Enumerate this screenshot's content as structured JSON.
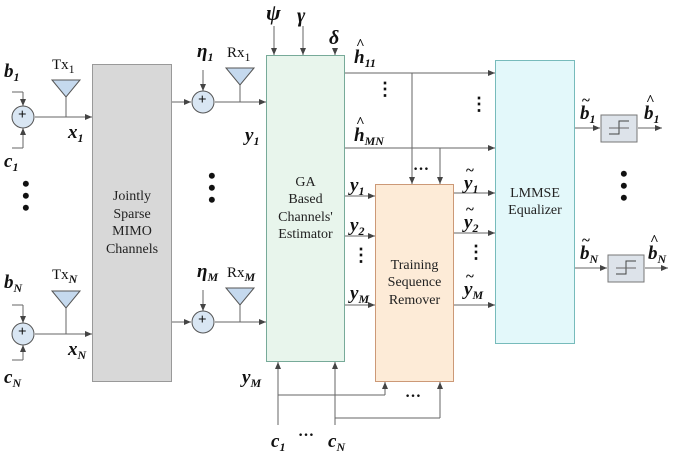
{
  "blocks": {
    "channels": "Jointly\nSparse\nMIMO\nChannels",
    "estimator": "GA\nBased\nChannels'\nEstimator",
    "remover": "Training\nSequence\nRemover",
    "equalizer": "LMMSE\nEqualizer"
  },
  "params": {
    "psi": "ψ",
    "gamma": "γ",
    "delta": "δ"
  },
  "symbols": {
    "b": "b",
    "c": "c",
    "x": "x",
    "y": "y",
    "eta": "η",
    "h": "h",
    "tx": "Tx",
    "rx": "Rx",
    "plus": "+",
    "sub_1": "1",
    "sub_N": "N",
    "sub_M": "M",
    "sub_2": "2",
    "sub_11": "11",
    "sub_MN": "MN",
    "hat": "^",
    "tilde": "~",
    "dots_h": "…",
    "dots_v": "⋮"
  },
  "colors": {
    "channels_fill": "#d8d8d8",
    "estimator_fill": "#e8f5ec",
    "remover_fill": "#fdebd7",
    "equalizer_fill": "#e3f8fa",
    "slicer_fill": "#dde3ea",
    "antenna_fill": "#c5d9ee",
    "adder_fill": "#d9e6f3",
    "line": "#555555"
  }
}
